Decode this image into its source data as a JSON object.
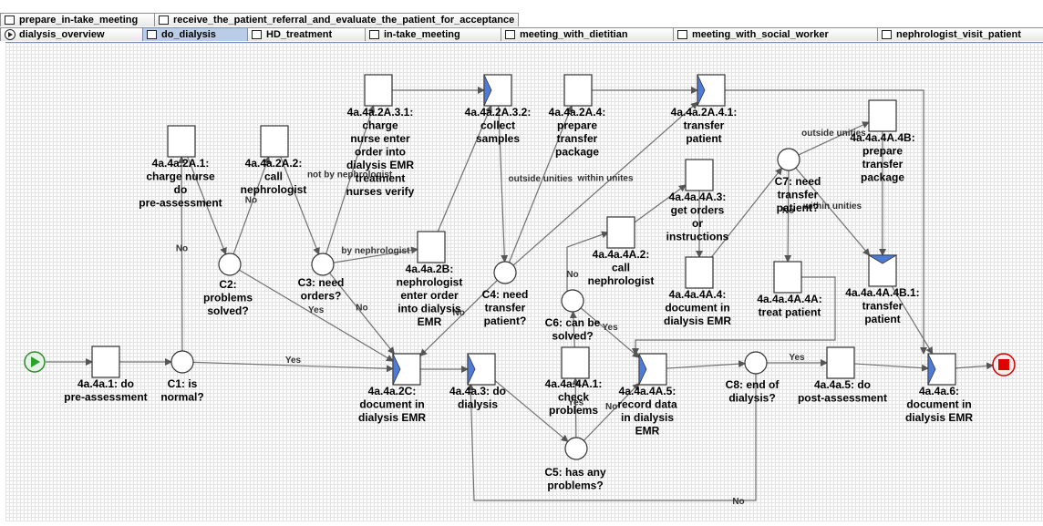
{
  "tabs_row1": [
    {
      "label": "prepare_in-take_meeting",
      "w": 170
    },
    {
      "label": "receive_the_patient_referral_and_evaluate_the_patient_for_acceptance",
      "w": 400
    }
  ],
  "tabs_row2": [
    {
      "label": "dialysis_overview",
      "w": 157,
      "icon": "play"
    },
    {
      "label": "do_dialysis",
      "w": 116,
      "active": true
    },
    {
      "label": "HD_treatment",
      "w": 130
    },
    {
      "label": "in-take_meeting",
      "w": 150
    },
    {
      "label": "meeting_with_dietitian",
      "w": 190
    },
    {
      "label": "meeting_with_social_worker",
      "w": 225
    },
    {
      "label": "nephrologist_visit_patient",
      "w": 190
    }
  ],
  "diagram": {
    "nodes": [
      {
        "id": "start",
        "type": "start",
        "label": []
      },
      {
        "id": "t1",
        "type": "task",
        "label": [
          "4a.4a.1: do",
          "pre-assessment"
        ]
      },
      {
        "id": "c1",
        "type": "gateway",
        "label": [
          "C1: is",
          "normal?"
        ]
      },
      {
        "id": "t2a1",
        "type": "task",
        "label": [
          "4a.4a.2A.1:",
          "charge nurse",
          "do",
          "pre-assessment"
        ]
      },
      {
        "id": "c2",
        "type": "gateway",
        "label": [
          "C2:",
          "problems",
          "solved?"
        ]
      },
      {
        "id": "t2a2",
        "type": "task",
        "label": [
          "4a.4a.2A.2:",
          "call",
          "nephrologist"
        ]
      },
      {
        "id": "c3",
        "type": "gateway",
        "label": [
          "C3: need",
          "orders?"
        ]
      },
      {
        "id": "t2a31",
        "type": "task",
        "label": [
          "4a.4a.2A.3.1:",
          "charge",
          "nurse enter",
          "order into",
          "dialysis EMR",
          "treatment",
          "nurses verify"
        ]
      },
      {
        "id": "t2b",
        "type": "task",
        "label": [
          "4a.4a.2B:",
          "nephrologist",
          "enter order",
          "into dialysis",
          "EMR"
        ]
      },
      {
        "id": "t2a32",
        "type": "join",
        "label": [
          "4a.4a.2A.3.2:",
          "collect",
          "samples"
        ]
      },
      {
        "id": "t2a4",
        "type": "task",
        "label": [
          "4a.4a.2A.4:",
          "prepare",
          "transfer",
          "package"
        ]
      },
      {
        "id": "c4",
        "type": "gateway",
        "label": [
          "C4: need",
          "transfer",
          "patient?"
        ]
      },
      {
        "id": "t2a41",
        "type": "join",
        "label": [
          "4a.4a.2A.4.1:",
          "transfer",
          "patient"
        ]
      },
      {
        "id": "t2c",
        "type": "join",
        "label": [
          "4a.4a.2C:",
          "document in",
          "dialysis EMR"
        ]
      },
      {
        "id": "t3",
        "type": "join",
        "label": [
          "4a.4a.3: do",
          "dialysis"
        ]
      },
      {
        "id": "t4a1",
        "type": "task",
        "label": [
          "4a.4a.4A.1:",
          "check",
          "problems"
        ]
      },
      {
        "id": "c5",
        "type": "gateway",
        "label": [
          "C5: has any",
          "problems?"
        ]
      },
      {
        "id": "c6",
        "type": "gateway",
        "label": [
          "C6: can be",
          "solved?"
        ]
      },
      {
        "id": "t4a2",
        "type": "task",
        "label": [
          "4a.4a.4A.2:",
          "call",
          "nephrologist"
        ]
      },
      {
        "id": "t4a3",
        "type": "task",
        "label": [
          "4a.4a.4A.3:",
          "get orders",
          "or",
          "instructions"
        ]
      },
      {
        "id": "t4a4",
        "type": "task",
        "label": [
          "4a.4a.4A.4:",
          "document in",
          "dialysis EMR"
        ]
      },
      {
        "id": "t4a5",
        "type": "join",
        "label": [
          "4a.4a.4A.5:",
          "record data",
          "in dialysis",
          "EMR"
        ]
      },
      {
        "id": "c7",
        "type": "gateway",
        "label": [
          "C7: need",
          "transfer",
          "patient?"
        ]
      },
      {
        "id": "t4a4a",
        "type": "task",
        "label": [
          "4a.4a.4A.4A:",
          "treat patient"
        ]
      },
      {
        "id": "t4a4b",
        "type": "task",
        "label": [
          "4a.4a.4A.4B:",
          "prepare",
          "transfer",
          "package"
        ]
      },
      {
        "id": "t4a4b1",
        "type": "split",
        "label": [
          "4a.4a.4A.4B.1:",
          "transfer",
          "patient"
        ]
      },
      {
        "id": "c8",
        "type": "gateway",
        "label": [
          "C8: end of",
          "dialysis?"
        ]
      },
      {
        "id": "t5",
        "type": "task",
        "label": [
          "4a.4a.5: do",
          "post-assessment"
        ]
      },
      {
        "id": "t6",
        "type": "join",
        "label": [
          "4a.4a.6:",
          "document in",
          "dialysis EMR"
        ]
      },
      {
        "id": "end",
        "type": "end",
        "label": []
      }
    ],
    "edges": [
      {
        "from": "start",
        "to": "t1",
        "label": ""
      },
      {
        "from": "t1",
        "to": "c1",
        "label": ""
      },
      {
        "from": "c1",
        "to": "t2c",
        "label": "Yes"
      },
      {
        "from": "c1",
        "to": "t2a1",
        "label": "No"
      },
      {
        "from": "t2a1",
        "to": "c2",
        "label": ""
      },
      {
        "from": "c2",
        "to": "t2a2",
        "label": "No"
      },
      {
        "from": "c2",
        "to": "t2c",
        "label": "Yes"
      },
      {
        "from": "t2a2",
        "to": "c3",
        "label": ""
      },
      {
        "from": "c3",
        "to": "t2a31",
        "label": "not by nephrologist"
      },
      {
        "from": "c3",
        "to": "t2b",
        "label": "by nephrologist"
      },
      {
        "from": "c3",
        "to": "t2c",
        "label": "No"
      },
      {
        "from": "t2a31",
        "to": "t2a32",
        "label": ""
      },
      {
        "from": "t2b",
        "to": "t2a32",
        "label": ""
      },
      {
        "from": "t2a32",
        "to": "c4",
        "label": ""
      },
      {
        "from": "c4",
        "to": "t2a4",
        "label": "outside unities"
      },
      {
        "from": "c4",
        "to": "t2a41",
        "label": "within unites"
      },
      {
        "from": "c4",
        "to": "t2c",
        "label": "No"
      },
      {
        "from": "t2a4",
        "to": "t2a41",
        "label": ""
      },
      {
        "from": "t2a41",
        "to": "t6",
        "label": ""
      },
      {
        "from": "t2c",
        "to": "t3",
        "label": ""
      },
      {
        "from": "t3",
        "to": "c5",
        "label": ""
      },
      {
        "from": "c5",
        "to": "t4a1",
        "label": "Yes"
      },
      {
        "from": "c5",
        "to": "t4a5",
        "label": "No"
      },
      {
        "from": "t4a1",
        "to": "c6",
        "label": ""
      },
      {
        "from": "c6",
        "to": "t4a2",
        "label": "No"
      },
      {
        "from": "c6",
        "to": "t4a5",
        "label": "Yes"
      },
      {
        "from": "t4a2",
        "to": "t4a3",
        "label": ""
      },
      {
        "from": "t4a3",
        "to": "t4a4",
        "label": ""
      },
      {
        "from": "t4a4",
        "to": "c7",
        "label": ""
      },
      {
        "from": "c7",
        "to": "t4a4b",
        "label": "outside unities"
      },
      {
        "from": "c7",
        "to": "t4a4b1",
        "label": "within unities"
      },
      {
        "from": "c7",
        "to": "t4a4a",
        "label": "No"
      },
      {
        "from": "t4a4b",
        "to": "t4a4b1",
        "label": ""
      },
      {
        "from": "t4a4a",
        "to": "t4a5",
        "label": ""
      },
      {
        "from": "t4a4b1",
        "to": "t6",
        "label": ""
      },
      {
        "from": "t4a5",
        "to": "c8",
        "label": ""
      },
      {
        "from": "c8",
        "to": "t5",
        "label": "Yes"
      },
      {
        "from": "c8",
        "to": "t3",
        "label": "No"
      },
      {
        "from": "t5",
        "to": "t6",
        "label": ""
      },
      {
        "from": "t6",
        "to": "end",
        "label": ""
      }
    ]
  }
}
